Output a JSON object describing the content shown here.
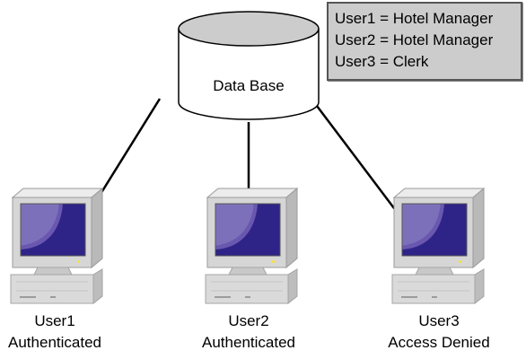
{
  "database": {
    "label": "Data Base"
  },
  "legend": {
    "rows": [
      "User1 = Hotel Manager",
      "User2 = Hotel Manager",
      "User3 = Clerk"
    ]
  },
  "users": [
    {
      "name": "User1",
      "status": "Authenticated"
    },
    {
      "name": "User2",
      "status": "Authenticated"
    },
    {
      "name": "User3",
      "status": "Access Denied"
    }
  ],
  "colors": {
    "background": "#ffffff",
    "connector": "#000000",
    "computer_case": "#d4d4d4",
    "screen": "#2e2488",
    "screen_glare": "#8b7ec4",
    "legend_fill": "#cccccc",
    "legend_border": "#555555"
  },
  "icons": {
    "database": "database-cylinder-icon",
    "workstation": "desktop-computer-icon"
  }
}
